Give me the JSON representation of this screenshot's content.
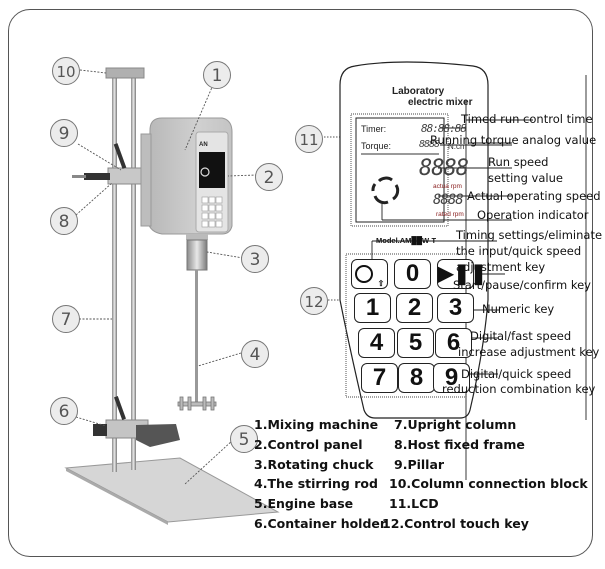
{
  "callouts": [
    "1",
    "2",
    "3",
    "4",
    "5",
    "6",
    "7",
    "8",
    "9",
    "10",
    "11",
    "12"
  ],
  "remote": {
    "title_line1": "Laboratory",
    "title_line2": "electric mixer",
    "lcd": {
      "timer_label": "Timer:",
      "timer_value": "88:88:88",
      "torque_label": "Torque:",
      "torque_value": "8888",
      "torque_unit": "N.cm",
      "set_speed_value": "8888",
      "set_speed_unit": "actua rpm",
      "actual_speed_value": "8888",
      "actual_speed_unit": "rated rpm"
    },
    "model": "Model.AM██W-T",
    "keys": [
      "timer",
      "0",
      "start-pause",
      "1",
      "2",
      "3",
      "4",
      "5",
      "6",
      "7",
      "8",
      "9"
    ]
  },
  "annotations": {
    "timed_run": "Timed run control time",
    "torque": "Running torque analog value",
    "run_speed_1": "Run speed",
    "run_speed_2": "setting value",
    "actual_speed": "Actual operating speed",
    "operation": "Operation indicator",
    "timing_1": "Timing settings/eliminate",
    "timing_2": "the input/quick speed",
    "timing_3": "adjustment key",
    "start_pause": "Start/pause/confirm key",
    "numeric": "Numeric key",
    "inc_1": "Digital/fast speed",
    "inc_2": "increase adjustment key",
    "dec_1": "Digital/quick speed",
    "dec_2": "reduction combination key"
  },
  "legend": {
    "left": [
      "1.Mixing machine",
      "2.Control panel",
      "3.Rotating chuck",
      "4.The stirring rod",
      "5.Engine base",
      "6.Container holder"
    ],
    "right": [
      "7.Upright column",
      "8.Host fixed frame",
      "9.Pillar",
      "10.Column connection block",
      "11.LCD",
      "12.Control touch key"
    ]
  }
}
